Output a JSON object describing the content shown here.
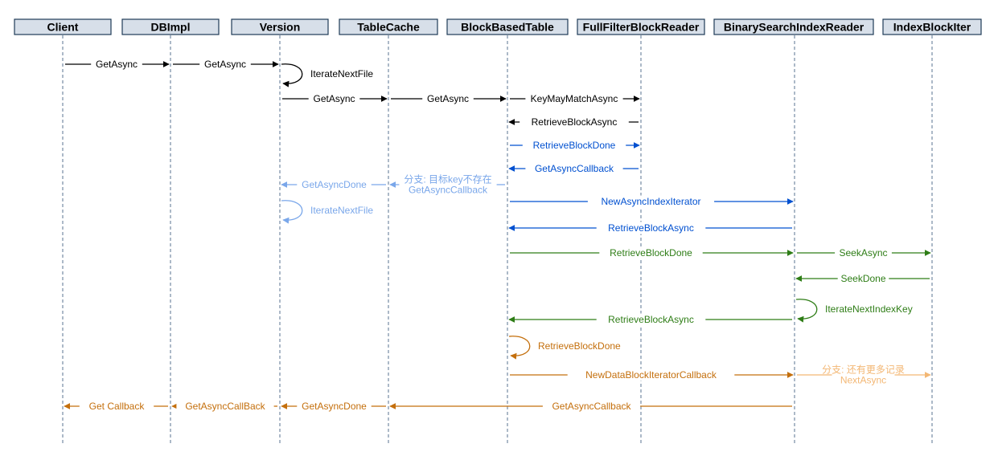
{
  "colors": {
    "black": "#000000",
    "blue": "#0050d0",
    "lightblue": "#7aa7ea",
    "green": "#2e7d16",
    "orange": "#c46f0c",
    "lightorange": "#f3b774",
    "header_fill": "#d7dfe9",
    "header_stroke": "#1f3b57",
    "lifeline": "#5a7390"
  },
  "participants": [
    {
      "id": "client",
      "label": "Client"
    },
    {
      "id": "dbimpl",
      "label": "DBImpl"
    },
    {
      "id": "version",
      "label": "Version"
    },
    {
      "id": "tablecache",
      "label": "TableCache"
    },
    {
      "id": "bbt",
      "label": "BlockBasedTable"
    },
    {
      "id": "ffbr",
      "label": "FullFilterBlockReader"
    },
    {
      "id": "bsir",
      "label": "BinarySearchIndexReader"
    },
    {
      "id": "ibi",
      "label": "IndexBlockIter"
    }
  ],
  "messages": [
    {
      "id": "m1",
      "from": "client",
      "to": "dbimpl",
      "label": "GetAsync",
      "color": "black"
    },
    {
      "id": "m2",
      "from": "dbimpl",
      "to": "version",
      "label": "GetAsync",
      "color": "black"
    },
    {
      "id": "m3",
      "from": "version",
      "to": "version",
      "label": "IterateNextFile",
      "color": "black",
      "self": true
    },
    {
      "id": "m4",
      "from": "version",
      "to": "tablecache",
      "label": "GetAsync",
      "color": "black"
    },
    {
      "id": "m5",
      "from": "tablecache",
      "to": "bbt",
      "label": "GetAsync",
      "color": "black"
    },
    {
      "id": "m6",
      "from": "bbt",
      "to": "ffbr",
      "label": "KeyMayMatchAsync",
      "color": "black"
    },
    {
      "id": "m7",
      "from": "ffbr",
      "to": "bbt",
      "label": "RetrieveBlockAsync",
      "color": "black"
    },
    {
      "id": "m8",
      "from": "bbt",
      "to": "ffbr",
      "label": "RetrieveBlockDone",
      "color": "blue"
    },
    {
      "id": "m9",
      "from": "ffbr",
      "to": "bbt",
      "label": "GetAsyncCallback",
      "color": "blue"
    },
    {
      "id": "m10",
      "from": "bbt",
      "to": "tablecache",
      "label": "分支: 目标key不存在",
      "label2": "GetAsyncCallback",
      "color": "lightblue"
    },
    {
      "id": "m11",
      "from": "tablecache",
      "to": "version",
      "label": "GetAsyncDone",
      "color": "lightblue"
    },
    {
      "id": "m12",
      "from": "version",
      "to": "version",
      "label": "IterateNextFile",
      "color": "lightblue",
      "self": true
    },
    {
      "id": "m13",
      "from": "bbt",
      "to": "bsir",
      "label": "NewAsyncIndexIterator",
      "color": "blue"
    },
    {
      "id": "m14",
      "from": "bsir",
      "to": "bbt",
      "label": "RetrieveBlockAsync",
      "color": "blue"
    },
    {
      "id": "m15",
      "from": "bbt",
      "to": "bsir",
      "label": "RetrieveBlockDone",
      "color": "green"
    },
    {
      "id": "m16",
      "from": "bsir",
      "to": "ibi",
      "label": "SeekAsync",
      "color": "green"
    },
    {
      "id": "m17",
      "from": "ibi",
      "to": "bsir",
      "label": "SeekDone",
      "color": "green"
    },
    {
      "id": "m18",
      "from": "bsir",
      "to": "bsir",
      "label": "IterateNextIndexKey",
      "color": "green",
      "self": true
    },
    {
      "id": "m19",
      "from": "bsir",
      "to": "bbt",
      "label": "RetrieveBlockAsync",
      "color": "green"
    },
    {
      "id": "m20",
      "from": "bbt",
      "to": "bbt",
      "label": "RetrieveBlockDone",
      "color": "orange",
      "self": true
    },
    {
      "id": "m21",
      "from": "bbt",
      "to": "bsir",
      "label": "NewDataBlockIteratorCallback",
      "color": "orange"
    },
    {
      "id": "m22",
      "from": "bsir",
      "to": "ibi",
      "label": "分支: 还有更多记录",
      "label2": "NextAsync",
      "color": "lightorange"
    },
    {
      "id": "m23",
      "from": "bsir",
      "to": "tablecache",
      "label": "GetAsyncCallback",
      "color": "orange"
    },
    {
      "id": "m24",
      "from": "tablecache",
      "to": "version",
      "label": "GetAsyncDone",
      "color": "orange"
    },
    {
      "id": "m25",
      "from": "version",
      "to": "dbimpl",
      "label": "GetAsyncCallBack",
      "color": "orange"
    },
    {
      "id": "m26",
      "from": "dbimpl",
      "to": "client",
      "label": "Get Callback",
      "color": "orange"
    }
  ]
}
